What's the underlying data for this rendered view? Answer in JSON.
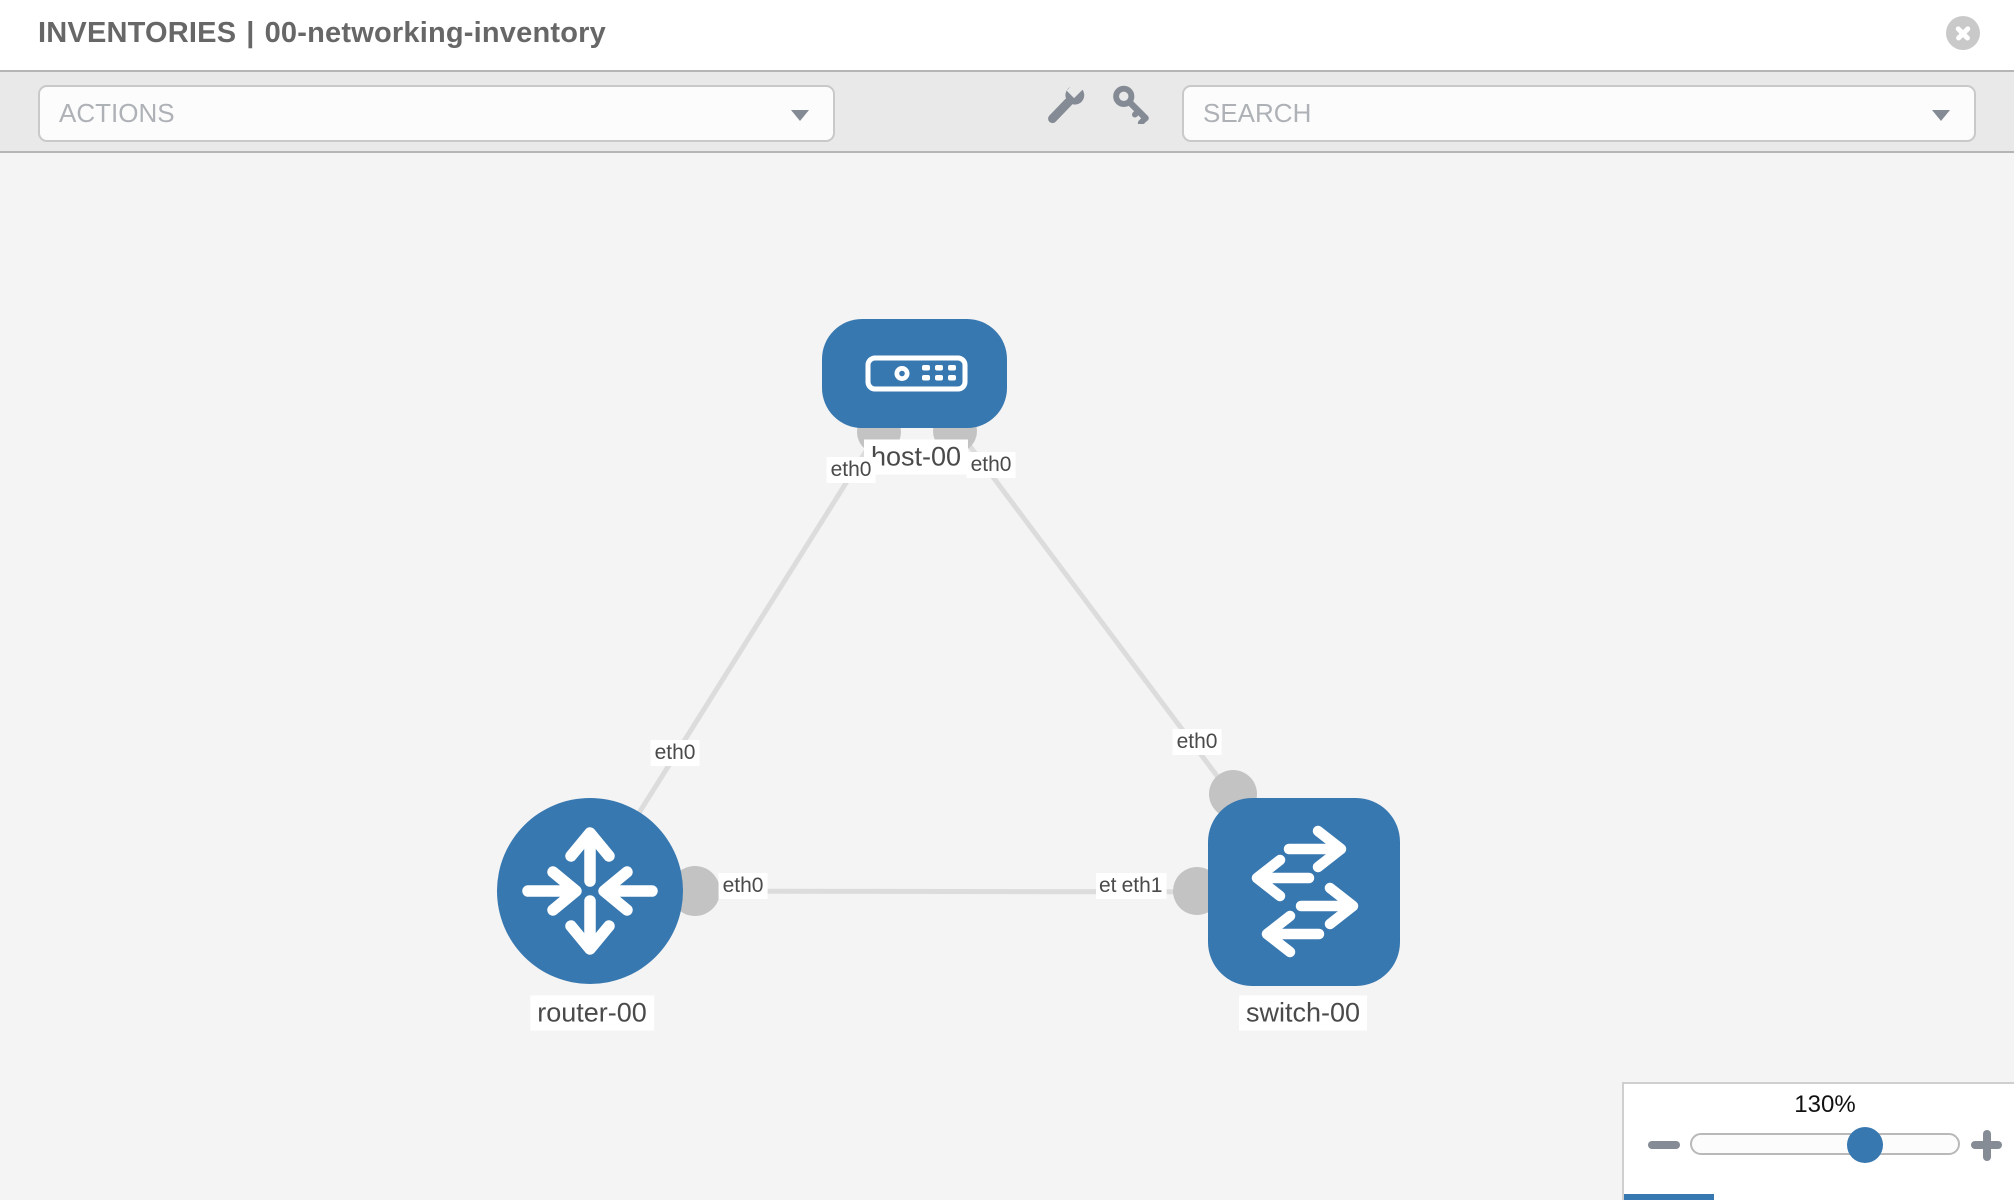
{
  "header": {
    "section": "INVENTORIES",
    "separator": "|",
    "inventory_name": "00-networking-inventory"
  },
  "toolbar": {
    "actions_label": "ACTIONS",
    "search_label": "SEARCH",
    "icons": [
      "wrench-icon",
      "key-icon"
    ]
  },
  "topology": {
    "nodes": [
      {
        "name": "host-00",
        "type": "host"
      },
      {
        "name": "router-00",
        "type": "router"
      },
      {
        "name": "switch-00",
        "type": "switch"
      }
    ],
    "links": [
      {
        "source": "host-00",
        "target": "router-00",
        "source_interface": "eth0",
        "target_interface": "eth0"
      },
      {
        "source": "host-00",
        "target": "switch-00",
        "source_interface": "eth0",
        "target_interface": "eth0"
      },
      {
        "source": "router-00",
        "target": "switch-00",
        "source_interface": "eth0",
        "target_interface": "eth1"
      }
    ]
  },
  "zoom_control": {
    "level": "130%"
  },
  "colors": {
    "node_blue": "#3878b0",
    "link_gray": "#dcdcdc",
    "endpoint_gray": "#c3c3c3",
    "toolbar_bg": "#e9e9e9",
    "canvas_bg": "#f4f4f4",
    "icon_gray": "#858b94",
    "label_text": "#4a4a4a"
  }
}
